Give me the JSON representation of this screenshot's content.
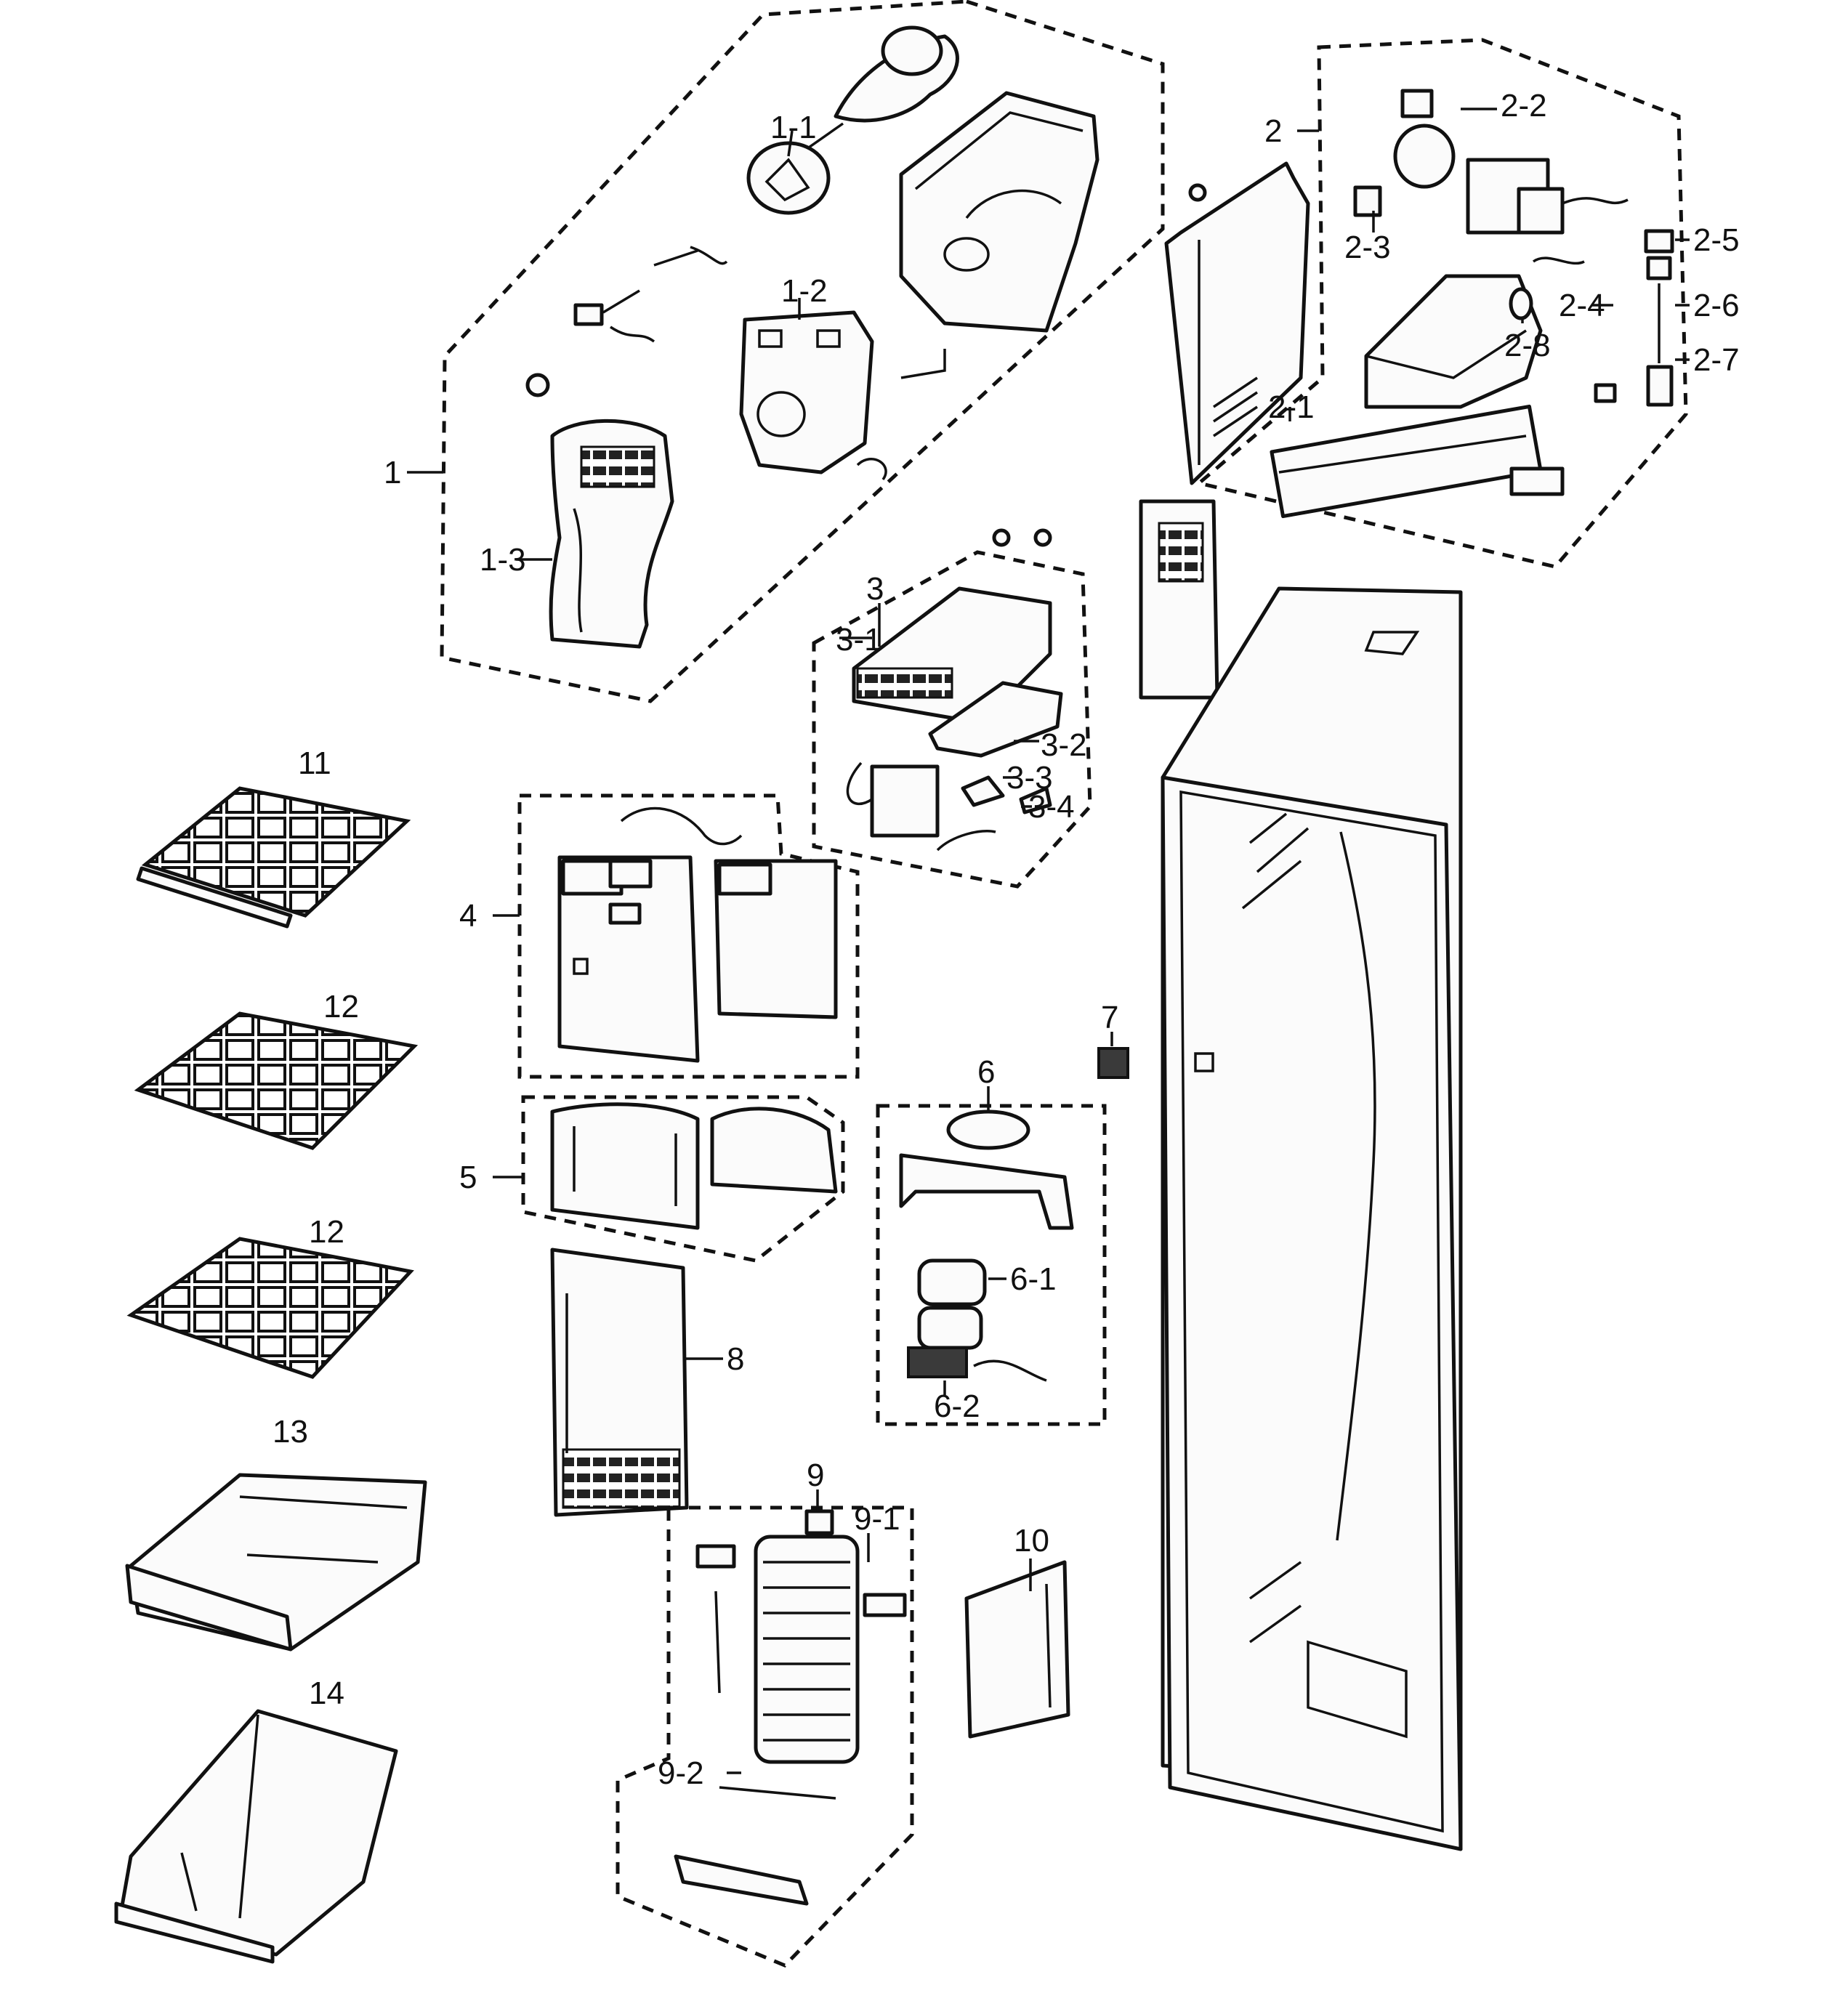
{
  "callouts": {
    "c1": "1",
    "c1_1": "1-1",
    "c1_2": "1-2",
    "c1_3": "1-3",
    "c2": "2",
    "c2_1": "2-1",
    "c2_2": "2-2",
    "c2_3": "2-3",
    "c2_4": "2-4",
    "c2_5": "2-5",
    "c2_6": "2-6",
    "c2_7": "2-7",
    "c2_8": "2-8",
    "c3": "3",
    "c3_1": "3-1",
    "c3_2": "3-2",
    "c3_3": "3-3",
    "c3_4": "3-4",
    "c4": "4",
    "c5": "5",
    "c6": "6",
    "c6_1": "6-1",
    "c6_2": "6-2",
    "c7": "7",
    "c8": "8",
    "c9": "9",
    "c9_1": "9-1",
    "c9_2": "9-2",
    "c10": "10",
    "c11": "11",
    "c12a": "12",
    "c12b": "12",
    "c13": "13",
    "c14": "14"
  }
}
